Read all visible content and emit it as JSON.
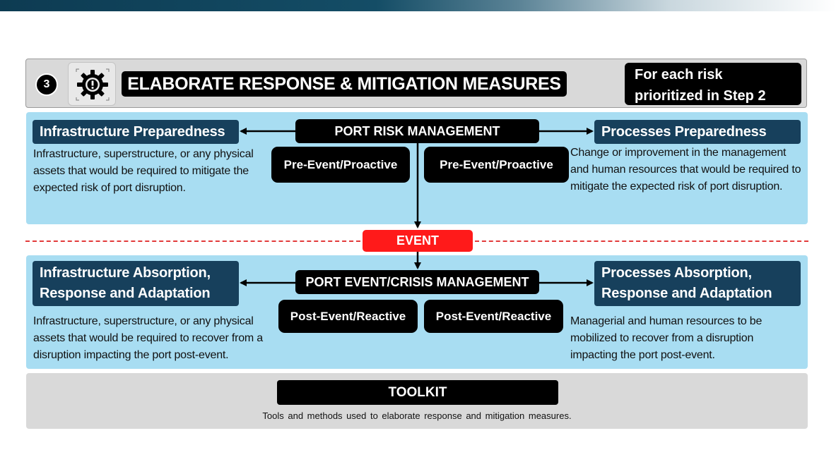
{
  "header": {
    "step_number": "3",
    "title": "ELABORATE RESPONSE & MITIGATION MEASURES",
    "side_note_line1": "For each risk",
    "side_note_line2": "prioritized in Step 2"
  },
  "pre_event": {
    "center_label": "PORT RISK MANAGEMENT",
    "left_phase": "Pre-Event/Proactive",
    "right_phase": "Pre-Event/Proactive",
    "left_title": "Infrastructure Preparedness",
    "left_desc": "Infrastructure, superstructure, or any physical assets that would be required to mitigate the expected risk of port disruption.",
    "right_title": "Processes Preparedness",
    "right_desc": "Change or improvement in the management and human resources that would be required to mitigate the expected risk of port disruption."
  },
  "event": {
    "label": "EVENT"
  },
  "post_event": {
    "center_label": "PORT EVENT/CRISIS MANAGEMENT",
    "left_phase": "Post-Event/Reactive",
    "right_phase": "Post-Event/Reactive",
    "left_title_line1": "Infrastructure Absorption,",
    "left_title_line2": "Response and Adaptation",
    "left_desc": "Infrastructure, superstructure, or any physical assets that would be required to recover from a disruption impacting the port post-event.",
    "right_title_line1": "Processes Absorption,",
    "right_title_line2": "Response and Adaptation",
    "right_desc": "Managerial and human resources to be mobilized to recover from a disruption impacting the port post-event."
  },
  "toolkit": {
    "label": "TOOLKIT",
    "desc": "Tools and methods used to elaborate response and mitigation measures."
  },
  "colors": {
    "panel_blue": "#a8ddf2",
    "navy": "#17405c",
    "event_red": "#ff1a1a",
    "dash_red": "#e23a3a",
    "grey_panel": "#d9d9d9"
  },
  "icons": {
    "header_icon": "gear-warning-icon"
  }
}
